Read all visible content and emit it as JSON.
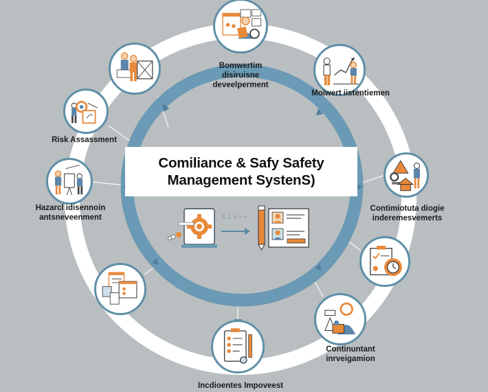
{
  "diagram": {
    "title_lines": [
      "Comiliance & Safy Safety",
      "Management SystenS)"
    ],
    "colors": {
      "background": "#b9bec1",
      "outer_ring": "#ffffff",
      "inner_ring": "#6a9ab5",
      "node_border": "#5e8fa6",
      "accent_orange": "#e8893a",
      "accent_blue": "#5b86ad"
    },
    "center_graphic": {
      "left_icon": "gear-on-laptop-icon",
      "arrow": "right-arrow-icon",
      "right_icon": "pencil-and-profile-cards-icon"
    },
    "nodes": [
      {
        "id": "top",
        "icon": "worker-with-documents-gear-icon",
        "label_lines": [
          "Bomwertim",
          "disiruisne",
          "deveelperment"
        ]
      },
      {
        "id": "top-right",
        "icon": "workers-with-growth-chart-icon",
        "label_lines": [
          "Moiwert iistentiemen"
        ]
      },
      {
        "id": "right",
        "icon": "warning-sign-house-gear-worker-icon",
        "label_lines": [
          "Contimiotuta diogie",
          "inderemesvemerts"
        ]
      },
      {
        "id": "right-lower",
        "icon": "checklist-with-clock-gear-icon",
        "label_lines": []
      },
      {
        "id": "bottom-right",
        "icon": "worker-with-lab-equipment-icon",
        "label_lines": [
          "Continuntant",
          "inrveigamion"
        ]
      },
      {
        "id": "bottom",
        "icon": "clipboard-checklist-magnifier-icon",
        "label_lines": [
          "Incdioentes Impoveest"
        ]
      },
      {
        "id": "bottom-left",
        "icon": "documents-and-forms-icon",
        "label_lines": []
      },
      {
        "id": "left",
        "icon": "workers-at-board-icon",
        "label_lines": [
          "Hazarcl idisennoin",
          "antsneveenment"
        ]
      },
      {
        "id": "left-upper",
        "icon": "worker-gear-clipboard-icon",
        "label_lines": [
          "Risk Assassment"
        ]
      },
      {
        "id": "top-left",
        "icon": "workers-with-crate-icon",
        "label_lines": []
      }
    ]
  }
}
